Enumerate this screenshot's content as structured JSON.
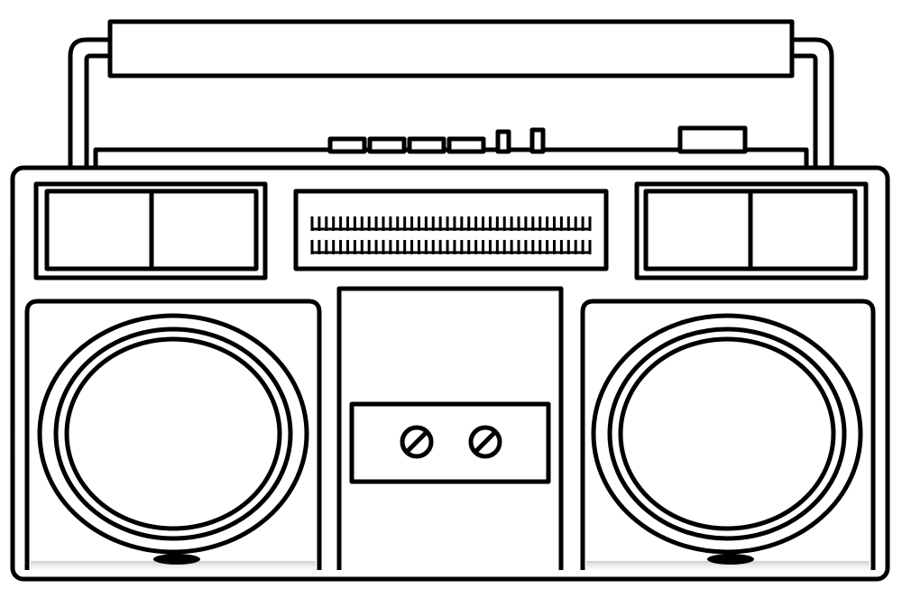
{
  "illustration": {
    "subject": "boombox",
    "style": "black-outline-line-art",
    "colors": {
      "stroke": "#000000",
      "fill": "#ffffff",
      "floor_shadow": "#c8c8c8"
    },
    "tuning_scale": {
      "rows": 2,
      "ticks_per_row": 40
    },
    "top_controls": {
      "key_count": 4,
      "slider_count": 2
    },
    "cassette_screw_count": 2
  }
}
